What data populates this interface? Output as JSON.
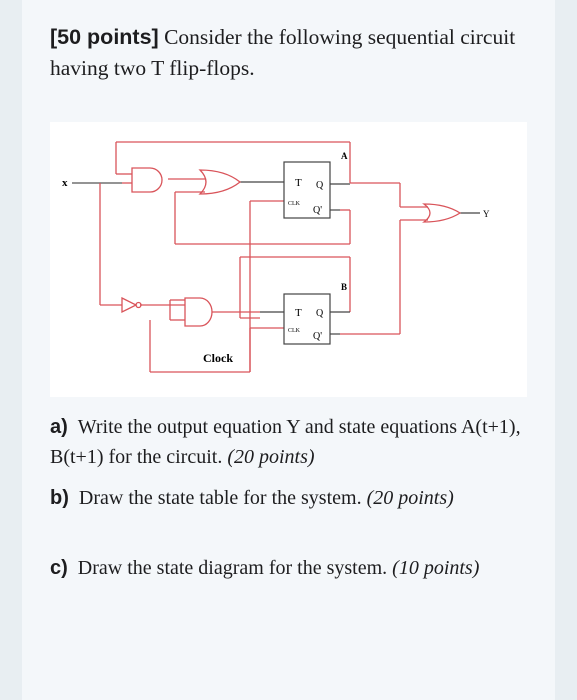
{
  "header": {
    "points_label": "[50 points]",
    "title_rest": " Consider the following sequential circuit having two T flip-flops."
  },
  "circuit": {
    "input_x": "x",
    "output_y": "Y",
    "label_a": "A",
    "label_b": "B",
    "ff1": {
      "t": "T",
      "clk": "CLK",
      "q": "Q",
      "qbar": "Q'"
    },
    "ff2": {
      "t": "T",
      "clk": "CLK",
      "q": "Q",
      "qbar": "Q'"
    },
    "clock_label": "Clock",
    "wire_color": "#d9545a"
  },
  "questions": [
    {
      "label": "a)",
      "text": "Write the output equation Y and state equations A(t+1), B(t+1) for the circuit.",
      "points": "(20 points)"
    },
    {
      "label": "b)",
      "text": "Draw the state table for the system.",
      "points": "(20 points)"
    },
    {
      "label": "c)",
      "text": "Draw the state diagram for the system.",
      "points": "(10 points)"
    }
  ]
}
